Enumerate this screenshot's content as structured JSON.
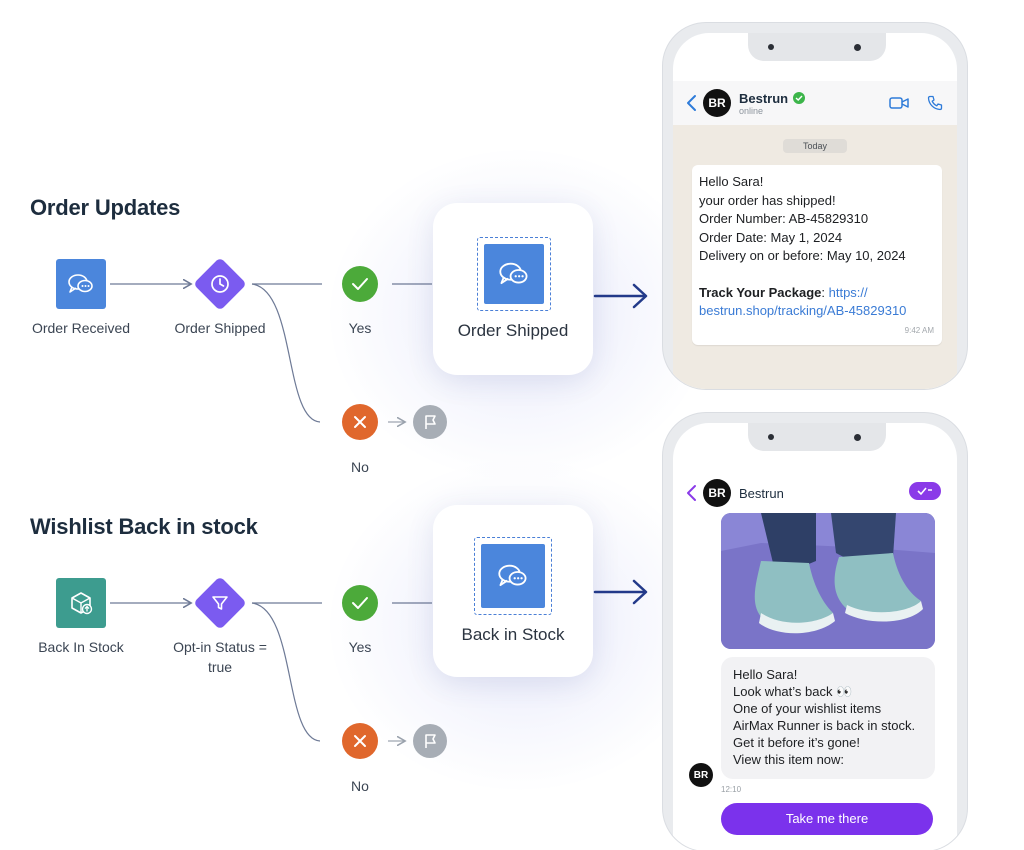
{
  "sections": {
    "order": {
      "title": "Order Updates",
      "nodes": {
        "trigger": "Order Received",
        "condition": "Order Shipped",
        "yes": "Yes",
        "no": "No"
      },
      "card": "Order Shipped"
    },
    "wishlist": {
      "title": "Wishlist Back in stock",
      "nodes": {
        "trigger": "Back In Stock",
        "condition_line1": "Opt-in Status =",
        "condition_line2": "true",
        "yes": "Yes",
        "no": "No"
      },
      "card": "Back in Stock"
    }
  },
  "whatsapp": {
    "avatar": "BR",
    "name": "Bestrun",
    "status": "online",
    "date_chip": "Today",
    "message": {
      "line1": "Hello Sara!",
      "line2": "your order has shipped!",
      "line3": "Order Number: AB-45829310",
      "line4": "Order Date: May 1, 2024",
      "line5": "Delivery on or before: May 10, 2024",
      "track_label": "Track Your Package",
      "track_sep": ": ",
      "link_part1": "https://",
      "link_part2": "bestrun.shop/tracking/AB-45829310",
      "time": "9:42 AM"
    }
  },
  "messenger": {
    "avatar": "BR",
    "name": "Bestrun",
    "message": {
      "line1": "Hello Sara!",
      "line2": "Look what’s back 👀",
      "line3": "One of your wishlist items",
      "line4": "AirMax Runner is back in stock.",
      "line5": "Get it before it’s gone!",
      "line6": "View this item now:"
    },
    "time": "12:10",
    "cta": "Take me there"
  },
  "colors": {
    "trigger_blue": "#4b86dc",
    "trigger_teal": "#3d9c8f",
    "diamond_purple": "#7b5bf0",
    "yes_green": "#4caa3a",
    "no_orange": "#e0672c",
    "end_gray": "#a7adb5",
    "arrow_navy": "#233a8a",
    "cta_purple": "#7b32ec"
  }
}
